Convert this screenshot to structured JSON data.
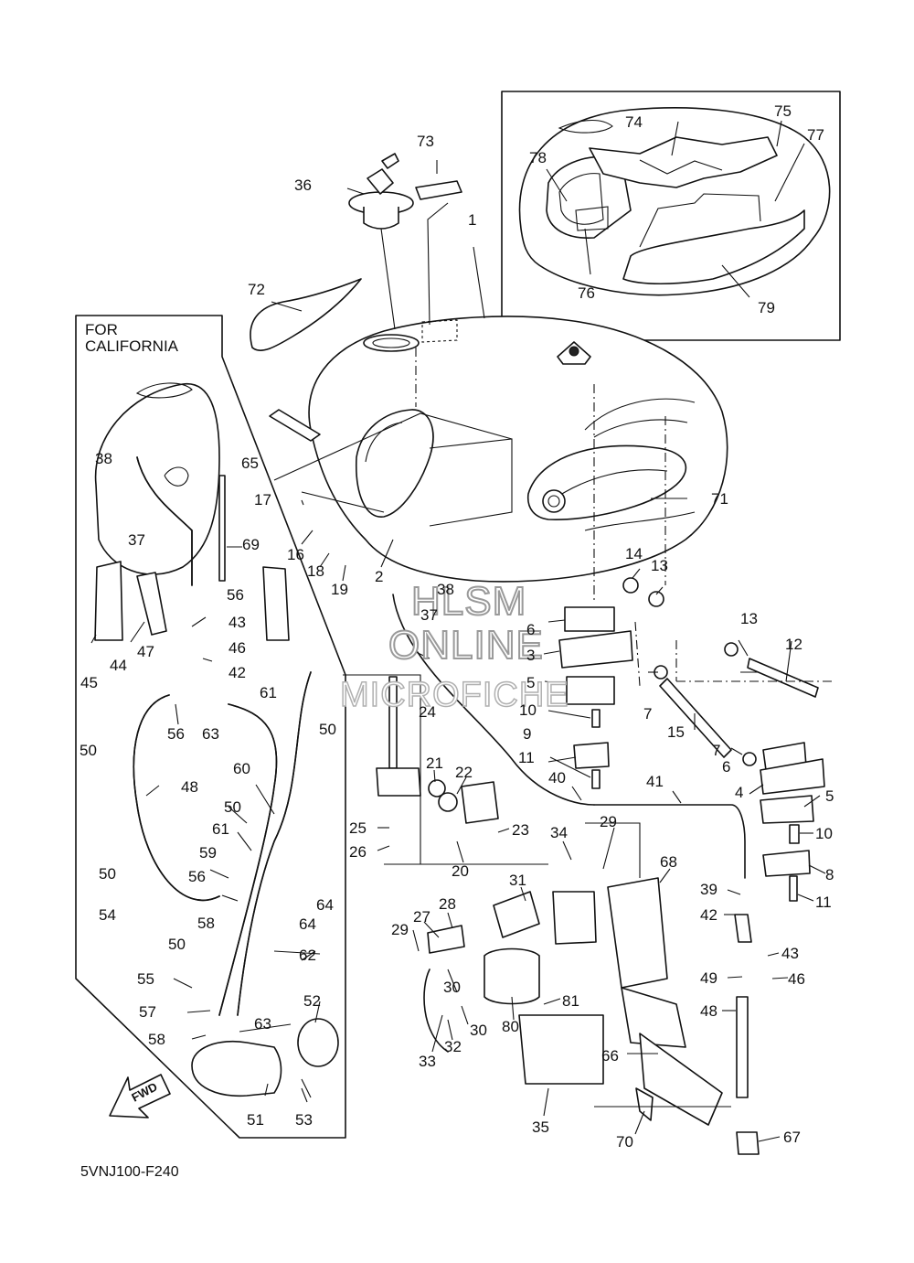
{
  "diagram": {
    "box_title_line1": "FOR",
    "box_title_line2": "CALIFORNIA",
    "drawing_code": "5VNJ100-F240",
    "fwd_label": "FWD",
    "watermark": {
      "line1": "HLSM",
      "line2": "ONLINE",
      "line3": "MICROFICHE"
    },
    "callouts": [
      {
        "id": "c1",
        "text": "1"
      },
      {
        "id": "c2",
        "text": "2"
      },
      {
        "id": "c3",
        "text": "3"
      },
      {
        "id": "c4",
        "text": "4"
      },
      {
        "id": "c5a",
        "text": "5"
      },
      {
        "id": "c5b",
        "text": "5"
      },
      {
        "id": "c6a",
        "text": "6"
      },
      {
        "id": "c6b",
        "text": "6"
      },
      {
        "id": "c7a",
        "text": "7"
      },
      {
        "id": "c7b",
        "text": "7"
      },
      {
        "id": "c8",
        "text": "8"
      },
      {
        "id": "c9",
        "text": "9"
      },
      {
        "id": "c10a",
        "text": "10"
      },
      {
        "id": "c10b",
        "text": "10"
      },
      {
        "id": "c11a",
        "text": "11"
      },
      {
        "id": "c11b",
        "text": "11"
      },
      {
        "id": "c12",
        "text": "12"
      },
      {
        "id": "c13a",
        "text": "13"
      },
      {
        "id": "c13b",
        "text": "13"
      },
      {
        "id": "c14",
        "text": "14"
      },
      {
        "id": "c15",
        "text": "15"
      },
      {
        "id": "c16",
        "text": "16"
      },
      {
        "id": "c17",
        "text": "17"
      },
      {
        "id": "c18",
        "text": "18"
      },
      {
        "id": "c19",
        "text": "19"
      },
      {
        "id": "c20",
        "text": "20"
      },
      {
        "id": "c21",
        "text": "21"
      },
      {
        "id": "c22",
        "text": "22"
      },
      {
        "id": "c23",
        "text": "23"
      },
      {
        "id": "c24",
        "text": "24"
      },
      {
        "id": "c25",
        "text": "25"
      },
      {
        "id": "c26",
        "text": "26"
      },
      {
        "id": "c27",
        "text": "27"
      },
      {
        "id": "c28",
        "text": "28"
      },
      {
        "id": "c29a",
        "text": "29"
      },
      {
        "id": "c29b",
        "text": "29"
      },
      {
        "id": "c30a",
        "text": "30"
      },
      {
        "id": "c30b",
        "text": "30"
      },
      {
        "id": "c31",
        "text": "31"
      },
      {
        "id": "c32",
        "text": "32"
      },
      {
        "id": "c33",
        "text": "33"
      },
      {
        "id": "c34",
        "text": "34"
      },
      {
        "id": "c35",
        "text": "35"
      },
      {
        "id": "c36",
        "text": "36"
      },
      {
        "id": "c37a",
        "text": "37"
      },
      {
        "id": "c37b",
        "text": "37"
      },
      {
        "id": "c38a",
        "text": "38"
      },
      {
        "id": "c38b",
        "text": "38"
      },
      {
        "id": "c39",
        "text": "39"
      },
      {
        "id": "c40",
        "text": "40"
      },
      {
        "id": "c41",
        "text": "41"
      },
      {
        "id": "c42a",
        "text": "42"
      },
      {
        "id": "c42b",
        "text": "42"
      },
      {
        "id": "c43a",
        "text": "43"
      },
      {
        "id": "c43b",
        "text": "43"
      },
      {
        "id": "c44",
        "text": "44"
      },
      {
        "id": "c45",
        "text": "45"
      },
      {
        "id": "c46a",
        "text": "46"
      },
      {
        "id": "c46b",
        "text": "46"
      },
      {
        "id": "c47",
        "text": "47"
      },
      {
        "id": "c48a",
        "text": "48"
      },
      {
        "id": "c48b",
        "text": "48"
      },
      {
        "id": "c49",
        "text": "49"
      },
      {
        "id": "c50a",
        "text": "50"
      },
      {
        "id": "c50b",
        "text": "50"
      },
      {
        "id": "c50c",
        "text": "50"
      },
      {
        "id": "c50d",
        "text": "50"
      },
      {
        "id": "c50e",
        "text": "50"
      },
      {
        "id": "c51",
        "text": "51"
      },
      {
        "id": "c52",
        "text": "52"
      },
      {
        "id": "c53",
        "text": "53"
      },
      {
        "id": "c54",
        "text": "54"
      },
      {
        "id": "c55",
        "text": "55"
      },
      {
        "id": "c56a",
        "text": "56"
      },
      {
        "id": "c56b",
        "text": "56"
      },
      {
        "id": "c56c",
        "text": "56"
      },
      {
        "id": "c57",
        "text": "57"
      },
      {
        "id": "c58a",
        "text": "58"
      },
      {
        "id": "c58b",
        "text": "58"
      },
      {
        "id": "c59",
        "text": "59"
      },
      {
        "id": "c60",
        "text": "60"
      },
      {
        "id": "c61a",
        "text": "61"
      },
      {
        "id": "c61b",
        "text": "61"
      },
      {
        "id": "c62",
        "text": "62"
      },
      {
        "id": "c63a",
        "text": "63"
      },
      {
        "id": "c63b",
        "text": "63"
      },
      {
        "id": "c64a",
        "text": "64"
      },
      {
        "id": "c64b",
        "text": "64"
      },
      {
        "id": "c65",
        "text": "65"
      },
      {
        "id": "c66",
        "text": "66"
      },
      {
        "id": "c67",
        "text": "67"
      },
      {
        "id": "c68",
        "text": "68"
      },
      {
        "id": "c69",
        "text": "69"
      },
      {
        "id": "c70",
        "text": "70"
      },
      {
        "id": "c71",
        "text": "71"
      },
      {
        "id": "c72",
        "text": "72"
      },
      {
        "id": "c73",
        "text": "73"
      },
      {
        "id": "c74",
        "text": "74"
      },
      {
        "id": "c75",
        "text": "75"
      },
      {
        "id": "c76",
        "text": "76"
      },
      {
        "id": "c77",
        "text": "77"
      },
      {
        "id": "c78",
        "text": "78"
      },
      {
        "id": "c79",
        "text": "79"
      },
      {
        "id": "c80",
        "text": "80"
      },
      {
        "id": "c81",
        "text": "81"
      }
    ]
  }
}
